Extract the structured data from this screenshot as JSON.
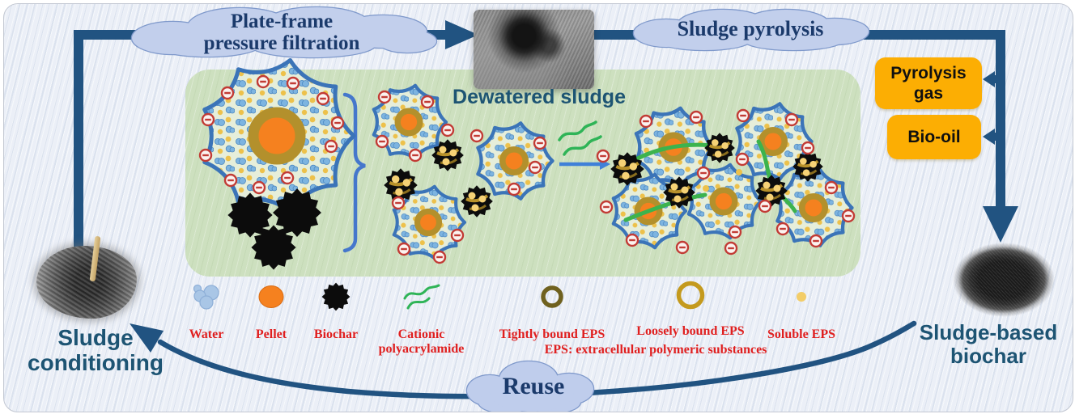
{
  "clouds": {
    "plate_frame": "Plate-frame\npressure filtration",
    "sludge_pyrolysis": "Sludge pyrolysis",
    "reuse": "Reuse"
  },
  "stages": {
    "dewatered_sludge": "Dewatered sludge",
    "sludge_conditioning": "Sludge\nconditioning",
    "sludge_based_biochar": "Sludge-based\nbiochar"
  },
  "products": {
    "pyrolysis_gas": "Pyrolysis\ngas",
    "bio_oil": "Bio-oil"
  },
  "legend": {
    "items": [
      {
        "icon": "water-droplets-icon",
        "label": "Water"
      },
      {
        "icon": "pellet-icon",
        "label": "Pellet"
      },
      {
        "icon": "biochar-star-icon",
        "label": "Biochar"
      },
      {
        "icon": "cationic-polyacrylamide-icon",
        "label": "Cationic\npolyacrylamide"
      },
      {
        "icon": "tightly-bound-eps-ring-icon",
        "label": "Tightly bound EPS"
      },
      {
        "icon": "loosely-bound-eps-ring-icon",
        "label": "Loosely bound EPS"
      },
      {
        "icon": "soluble-eps-dot-icon",
        "label": "Soluble EPS"
      }
    ],
    "note": "EPS: extracellular polymeric substances"
  },
  "colors": {
    "flow_arrow": "#215381",
    "cloud_fill": "#c2cfec",
    "cloud_text": "#1b3a6b",
    "panel_green": "#cde0bf",
    "product_box": "#fcae03",
    "legend_text": "#e01f1f",
    "stage_label": "#1d5473",
    "pellet_orange": "#f5811f",
    "biochar_black": "#0c0c0c",
    "polymer_green": "#3cb34d",
    "charge_red": "#c23b35",
    "floc_outline": "#3b74b8"
  }
}
